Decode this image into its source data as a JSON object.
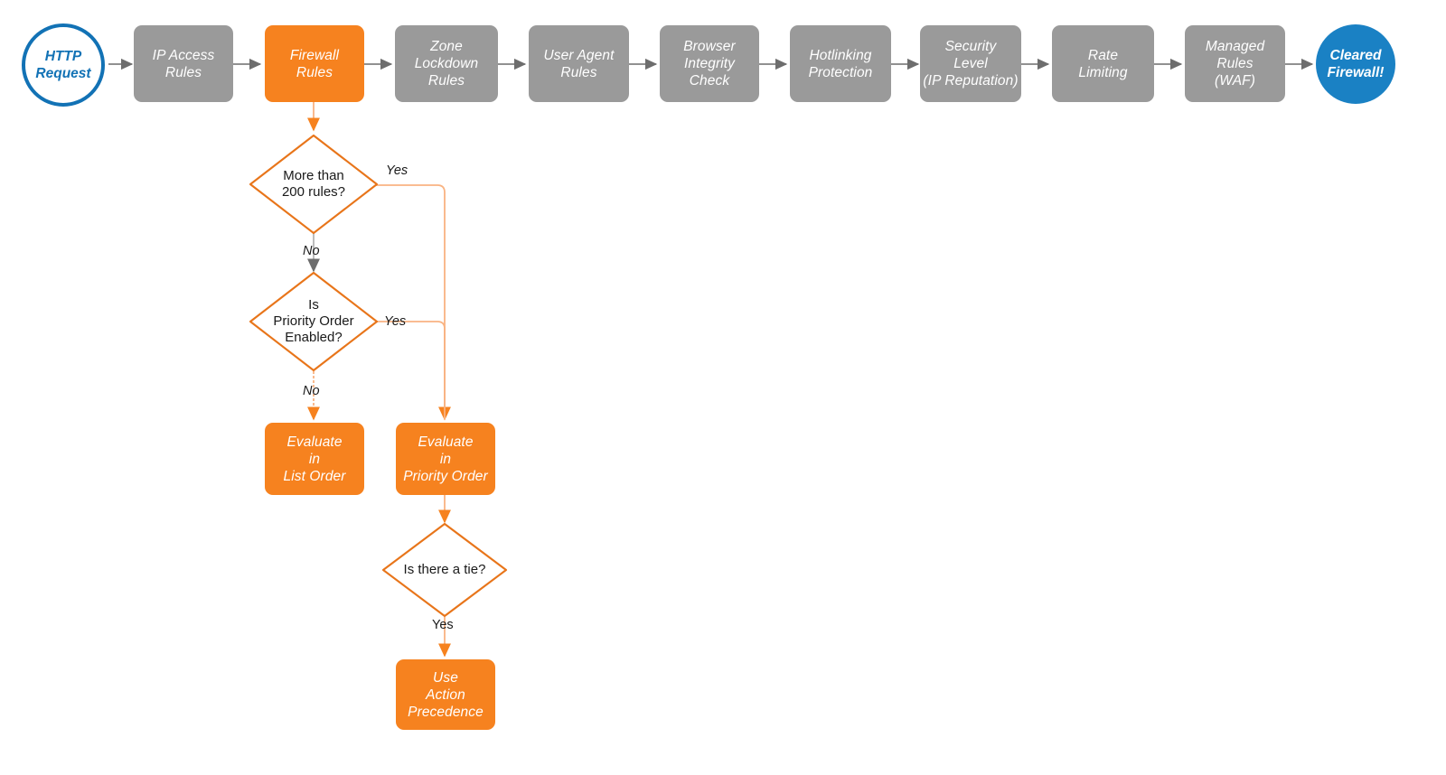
{
  "diagram": {
    "title": "Cloudflare firewall rules evaluation order",
    "colors": {
      "orange": "#f6821f",
      "orange_light": "#f9b382",
      "gray": "#9a9a9a",
      "blue_outline": "#1272b5",
      "blue_fill": "#1a81c4",
      "text_dark": "#1a1a1a",
      "white": "#ffffff"
    },
    "pipeline": [
      {
        "id": "http-request",
        "kind": "circle-hollow",
        "label": "HTTP\nRequest"
      },
      {
        "id": "ip-access-rules",
        "kind": "box-gray",
        "label": "IP Access\nRules"
      },
      {
        "id": "firewall-rules",
        "kind": "box-orange",
        "label": "Firewall\nRules"
      },
      {
        "id": "zone-lockdown-rules",
        "kind": "box-gray",
        "label": "Zone\nLockdown\nRules"
      },
      {
        "id": "user-agent-rules",
        "kind": "box-gray",
        "label": "User Agent\nRules"
      },
      {
        "id": "browser-integrity-check",
        "kind": "box-gray",
        "label": "Browser\nIntegrity\nCheck"
      },
      {
        "id": "hotlinking-protection",
        "kind": "box-gray",
        "label": "Hotlinking\nProtection"
      },
      {
        "id": "security-level",
        "kind": "box-gray",
        "label": "Security\nLevel\n(IP Reputation)"
      },
      {
        "id": "rate-limiting",
        "kind": "box-gray",
        "label": "Rate\nLimiting"
      },
      {
        "id": "managed-rules-waf",
        "kind": "box-gray",
        "label": "Managed\nRules\n(WAF)"
      },
      {
        "id": "cleared-firewall",
        "kind": "circle-filled",
        "label": "Cleared\nFirewall!"
      }
    ],
    "decisions": [
      {
        "id": "more-than-200-rules",
        "label": "More than\n200 rules?"
      },
      {
        "id": "is-priority-order-enabled",
        "label": "Is\nPriority Order\nEnabled?"
      },
      {
        "id": "is-there-a-tie",
        "label": "Is there a tie?"
      }
    ],
    "actions": [
      {
        "id": "evaluate-in-list-order",
        "label": "Evaluate\nin\nList Order"
      },
      {
        "id": "evaluate-in-priority-order",
        "label": "Evaluate\nin\nPriority Order"
      },
      {
        "id": "use-action-precedence",
        "label": "Use\nAction\nPrecedence"
      }
    ],
    "edge_labels": [
      {
        "id": "yes-200-rules",
        "text": "Yes"
      },
      {
        "id": "no-200-rules",
        "text": "No"
      },
      {
        "id": "yes-priority-order",
        "text": "Yes"
      },
      {
        "id": "no-priority-order",
        "text": "No"
      },
      {
        "id": "yes-tie",
        "text": "Yes"
      }
    ]
  }
}
